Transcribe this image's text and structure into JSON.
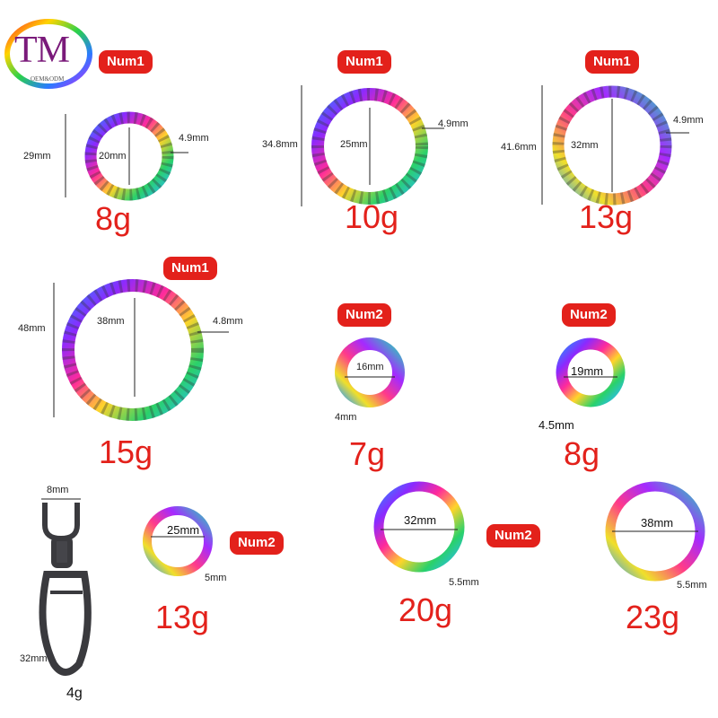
{
  "logo": {
    "text": "TM",
    "subtext": "OEM&ODM"
  },
  "items": [
    {
      "badge": "Num1",
      "outer": "29mm",
      "inner": "20mm",
      "thick": "4.9mm",
      "weight": "8g"
    },
    {
      "badge": "Num1",
      "outer": "34.8mm",
      "inner": "25mm",
      "thick": "4.9mm",
      "weight": "10g"
    },
    {
      "badge": "Num1",
      "outer": "41.6mm",
      "inner": "32mm",
      "thick": "4.9mm",
      "weight": "13g"
    },
    {
      "badge": "Num1",
      "outer": "48mm",
      "inner": "38mm",
      "thick": "4.8mm",
      "weight": "15g"
    },
    {
      "badge": "Num2",
      "inner": "16mm",
      "thick": "4mm",
      "weight": "7g"
    },
    {
      "badge": "Num2",
      "inner": "19mm",
      "thick": "4.5mm",
      "weight": "8g"
    },
    {
      "badge": "Num2",
      "inner": "25mm",
      "thick": "5mm",
      "weight": "13g"
    },
    {
      "badge": "Num2",
      "inner": "32mm",
      "thick": "5.5mm",
      "weight": "20g"
    },
    {
      "inner": "38mm",
      "thick": "5.5mm",
      "weight": "23g"
    }
  ],
  "clasp": {
    "width": "8mm",
    "length": "32mm",
    "weight": "4g"
  }
}
